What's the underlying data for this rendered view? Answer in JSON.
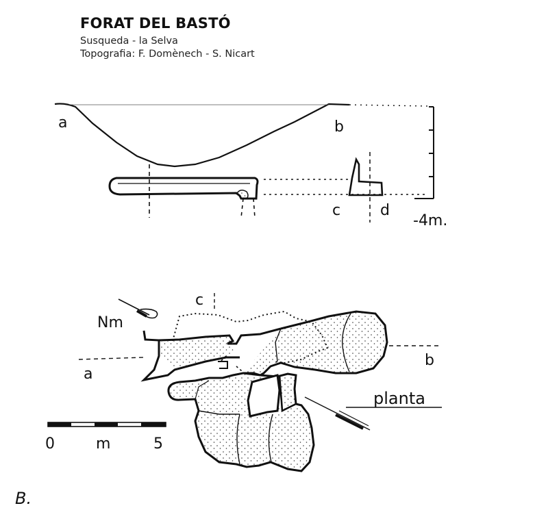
{
  "header": {
    "title": "FORAT DEL BASTÓ",
    "location": "Susqueda - la Selva",
    "credits": "Topografia: F. Domènech - S. Nicart"
  },
  "section": {
    "label_a": "a",
    "label_b": "b",
    "label_c": "c",
    "label_d": "d",
    "depth_label": "-4m."
  },
  "plan": {
    "north_label": "Nm",
    "label_a": "a",
    "label_b": "b",
    "label_c": "c",
    "view_label": "planta"
  },
  "scale": {
    "start": "0",
    "unit": "m",
    "end": "5"
  },
  "signature": "B."
}
